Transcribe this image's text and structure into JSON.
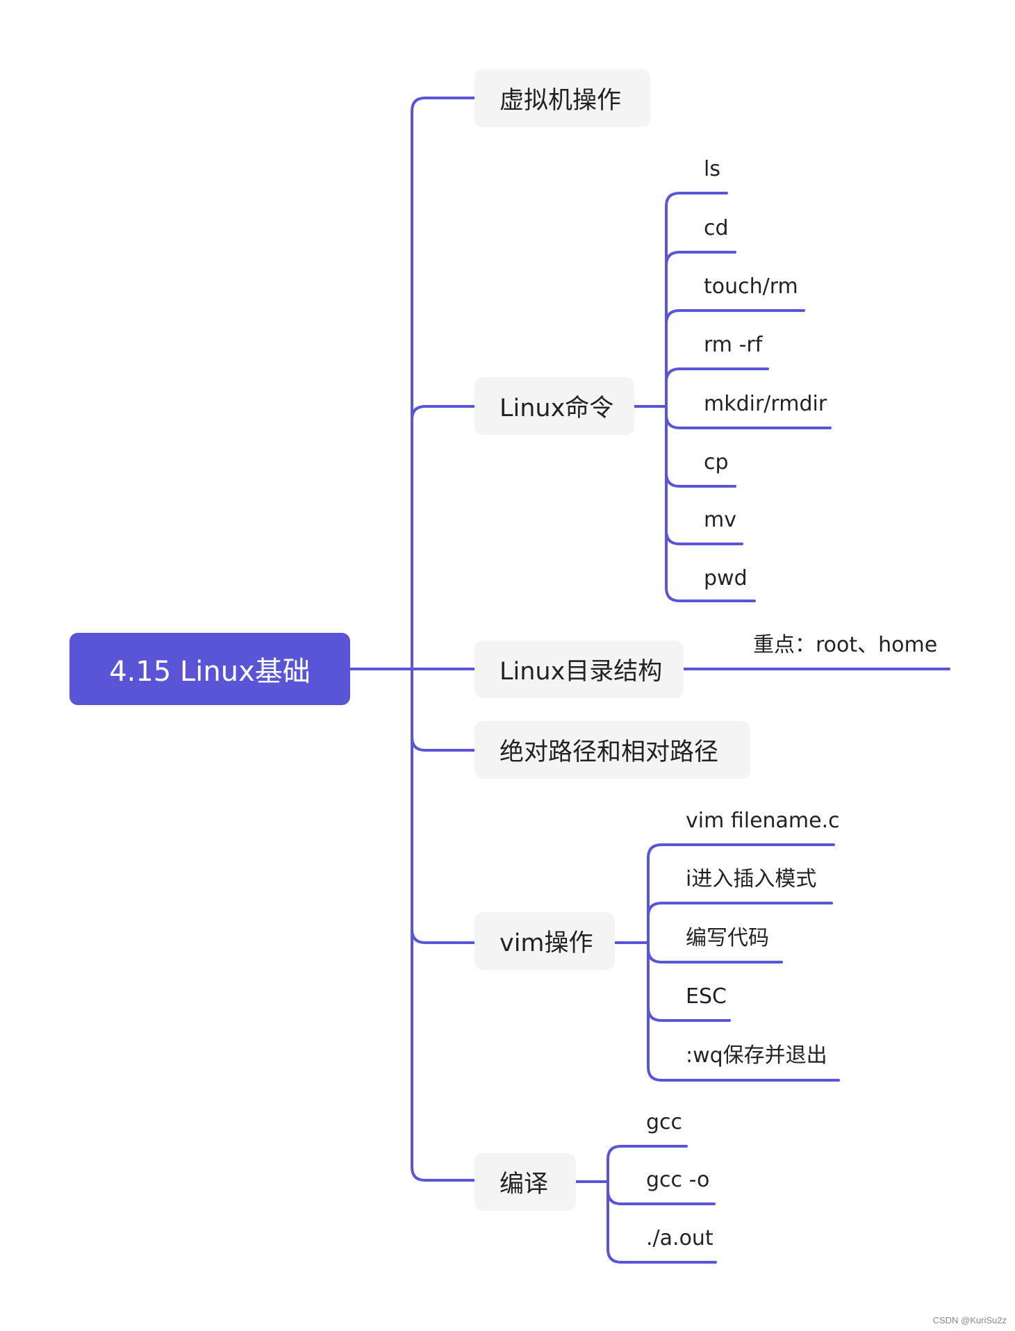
{
  "root": {
    "label": "4.15 Linux基础"
  },
  "branches": [
    {
      "label": "虚拟机操作",
      "children": []
    },
    {
      "label": "Linux命令",
      "children": [
        "ls",
        "cd",
        "touch/rm",
        "rm -rf",
        "mkdir/rmdir",
        "cp",
        "mv",
        "pwd"
      ]
    },
    {
      "label": "Linux目录结构",
      "children": [
        "重点：root、home"
      ]
    },
    {
      "label": "绝对路径和相对路径",
      "children": []
    },
    {
      "label": "vim操作",
      "children": [
        "vim filename.c",
        "i进入插入模式",
        "编写代码",
        "ESC",
        ":wq保存并退出"
      ]
    },
    {
      "label": "编译",
      "children": [
        "gcc",
        "gcc -o",
        "./a.out"
      ]
    }
  ],
  "watermark": "CSDN @KuriSu2z",
  "colors": {
    "accent": "#5a55d6",
    "node_bg": "#f4f4f4",
    "text": "#222222"
  }
}
